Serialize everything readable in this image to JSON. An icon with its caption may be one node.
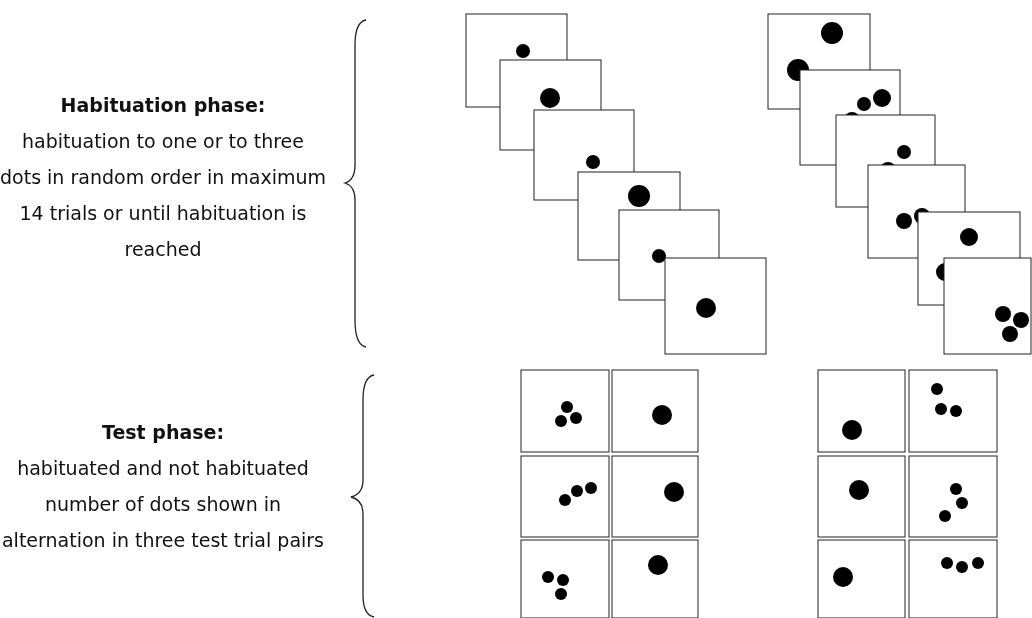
{
  "diagram": {
    "labels": [
      "Habituation phase:",
      "habituation to one or to three dots in random order in maximum 14 trials or until habituation is reached",
      "Test phase:",
      "habituated and not habituated number of dots shown in alternation in three test trial pairs"
    ]
  }
}
